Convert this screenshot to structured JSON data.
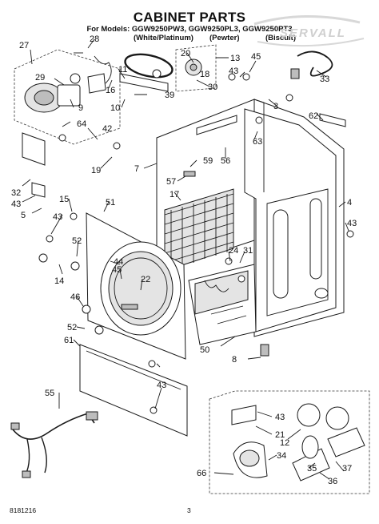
{
  "header": {
    "title": "CABINET PARTS",
    "models": "For Models: GGW9250PW3, GGW9250PL3, GGW9250PT3",
    "color_white": "(White/Platinum)",
    "color_pewter": "(Pewter)",
    "color_biscuit": "(Biscuit)"
  },
  "watermark": "SERVALL",
  "footer": {
    "doc_number": "8181216",
    "page_number": "3"
  },
  "callouts": [
    "28",
    "27",
    "20",
    "45",
    "13",
    "43",
    "18",
    "29",
    "11",
    "30",
    "16",
    "39",
    "33",
    "10",
    "3",
    "9",
    "62",
    "64",
    "42",
    "63",
    "19",
    "59",
    "56",
    "7",
    "57",
    "17",
    "32",
    "15",
    "43",
    "5",
    "51",
    "4",
    "43",
    "43",
    "52",
    "24",
    "31",
    "44",
    "45",
    "14",
    "22",
    "46",
    "50",
    "52",
    "61",
    "8",
    "43",
    "55",
    "43",
    "21",
    "12",
    "34",
    "66",
    "35",
    "37",
    "36"
  ]
}
